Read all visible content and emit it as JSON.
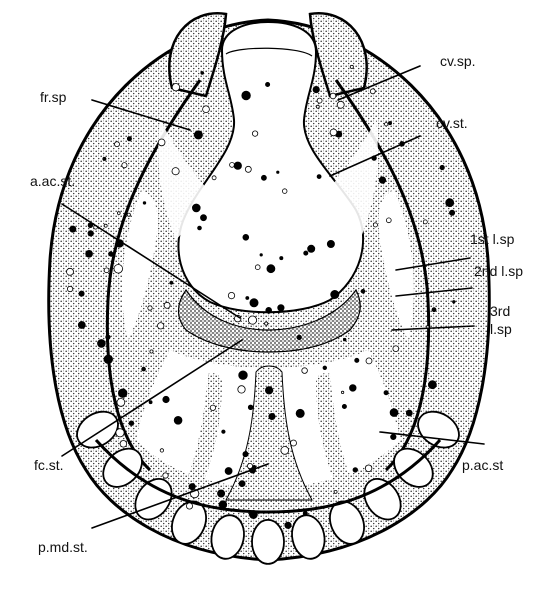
{
  "figure": {
    "labels": {
      "cv_sp": "cv.sp.",
      "fr_sp": "fr.sp",
      "cv_st": "cv.st.",
      "a_ac_st": "a.ac.st.",
      "l_sp_1": "1st l.sp",
      "l_sp_2": "2nd l.sp",
      "l_sp_3a": "3rd",
      "l_sp_3b": "l.sp",
      "fc_st": "fc.st.",
      "p_ac_st": "p.ac.st",
      "p_md_st": "p.md.st."
    },
    "colors": {
      "ink": "#000000",
      "paper": "#ffffff",
      "stipple": "#6a6a6a"
    }
  }
}
